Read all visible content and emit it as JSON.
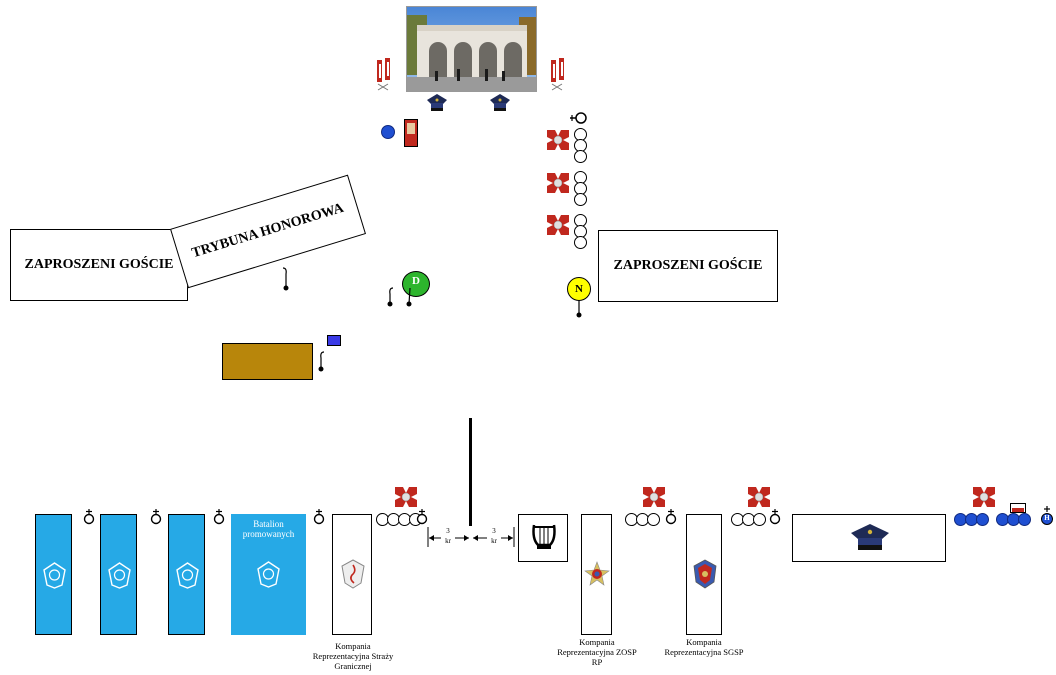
{
  "guests_left": "ZAPROSZENI GOŚCIE",
  "guests_right": "ZAPROSZENI GOŚCIE",
  "tribune": "TRYBUNA HONOROWA",
  "marker_d": "D",
  "marker_n": "N",
  "marker_h": "H",
  "gap_left": {
    "value": "3",
    "unit": "kr"
  },
  "gap_right": {
    "value": "3",
    "unit": "kr"
  },
  "promoted_battalion": "Batalion promowanych",
  "units": {
    "border_guard": "Kompania Reprezentacyjna Straży Granicznej",
    "zosp": "Kompania Reprezentacyjna ZOSP RP",
    "sgsp": "Kompania Reprezentacyjna SGSP"
  },
  "colors": {
    "unit_blue": "#26a9e6",
    "podium_gold": "#b8860b",
    "marker_green": "#2db52d",
    "marker_yellow": "#ffff00",
    "flag_red": "#c0281e",
    "dot_blue": "#1f4fd1"
  }
}
